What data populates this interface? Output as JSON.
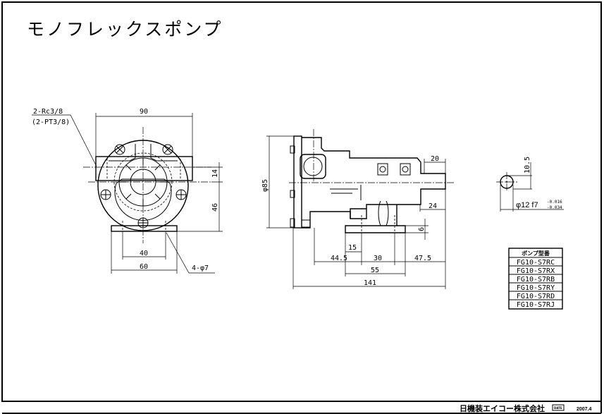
{
  "title": "モノフレックスポンプ",
  "front_view": {
    "port_label_1": "2-Rc3/8",
    "port_label_2": "(2-PT3/8)",
    "width_dim": "90",
    "offset_dim": "14",
    "height_dim": "46",
    "hole_pitch_dim": "40",
    "base_width_dim": "60",
    "hole_label": "4-φ7"
  },
  "side_view": {
    "flange_dim": "φ85",
    "shaft_length_dim": "20",
    "shaft_end_dim": "24",
    "base_thickness_dim": "6",
    "dim_15": "15",
    "dim_44_5": "44.5",
    "dim_30": "30",
    "dim_47_5": "47.5",
    "dim_55": "55",
    "overall_length_dim": "141"
  },
  "shaft_view": {
    "key_dim": "10.5",
    "diameter_label": "φ12 f7",
    "tol_upper": "-0.016",
    "tol_lower": "-0.034"
  },
  "model_table": {
    "header": "ポンプ型番",
    "models": [
      "FG10-S7RC",
      "FG10-S7RX",
      "FG10-S7RB",
      "FG10-S7RY",
      "FG10-S7RD",
      "FG10-S7RJ"
    ]
  },
  "title_block": {
    "company": "日機装エイコー株式会社",
    "date_label": "DATE",
    "date": "2007.4"
  }
}
